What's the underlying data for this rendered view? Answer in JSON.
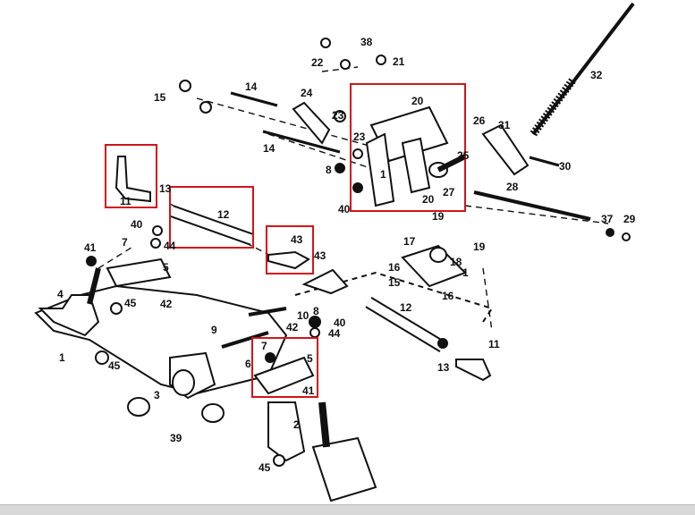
{
  "colors": {
    "highlight_box": "#d0141c",
    "ink": "#111111",
    "background": "#ffffff"
  },
  "callouts": [
    "38",
    "22",
    "21",
    "32",
    "14",
    "15",
    "24",
    "23",
    "20",
    "26",
    "31",
    "23",
    "8",
    "25",
    "14",
    "30",
    "1",
    "20",
    "27",
    "28",
    "40",
    "19",
    "11",
    "13",
    "12",
    "40",
    "7",
    "44",
    "41",
    "5",
    "4",
    "45",
    "42",
    "43",
    "43",
    "17",
    "18",
    "19",
    "16",
    "1",
    "15",
    "16",
    "37",
    "29",
    "12",
    "10",
    "8",
    "40",
    "44",
    "9",
    "6",
    "42",
    "7",
    "5",
    "41",
    "3",
    "1",
    "45",
    "2",
    "39",
    "45",
    "13",
    "11"
  ],
  "highlight_boxes": [
    "part-group-20",
    "part-11",
    "part-12",
    "part-43",
    "part-group-5"
  ]
}
